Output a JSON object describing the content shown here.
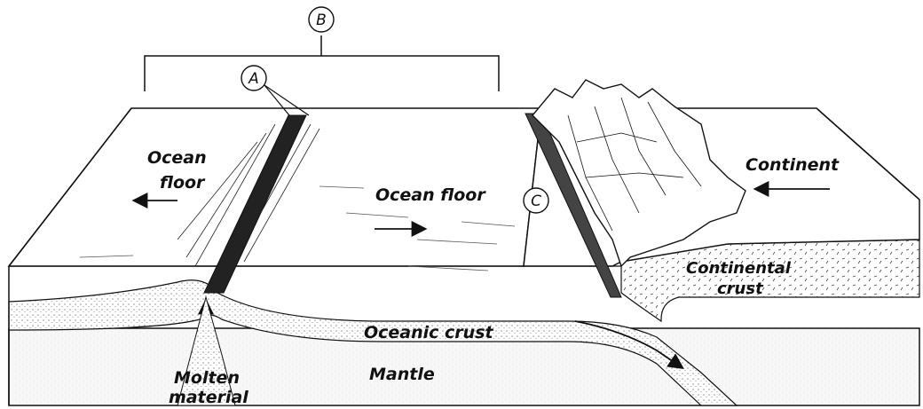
{
  "diagram": {
    "callouts": {
      "a": "A",
      "b": "B",
      "c": "C"
    },
    "labels": {
      "ocean_floor_left_line1": "Ocean",
      "ocean_floor_left_line2": "floor",
      "ocean_floor_center": "Ocean floor",
      "continent": "Continent",
      "continental_crust_line1": "Continental",
      "continental_crust_line2": "crust",
      "oceanic_crust": "Oceanic crust",
      "mantle": "Mantle",
      "molten_line1": "Molten",
      "molten_line2": "material"
    }
  }
}
